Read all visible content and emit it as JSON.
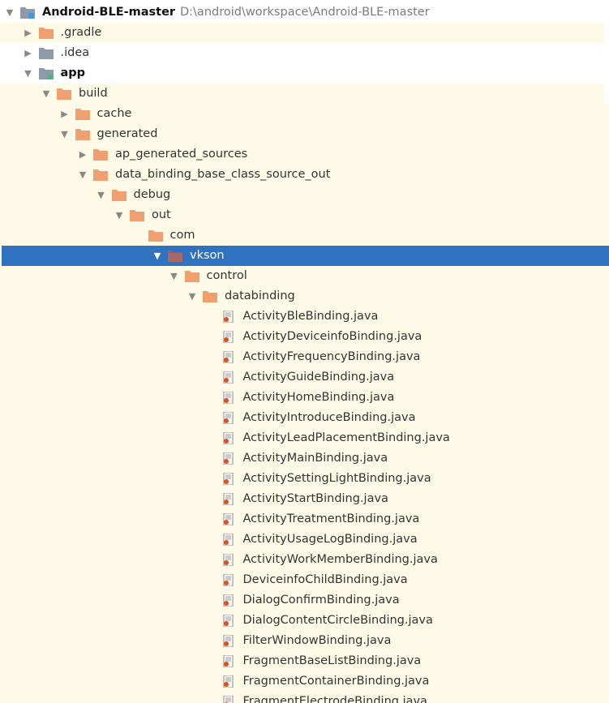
{
  "project": {
    "name": "Android-BLE-master",
    "path": "D:\\android\\workspace\\Android-BLE-master"
  },
  "colors": {
    "folder": "#f0a070",
    "module_folder": "#8d9aab",
    "selection": "#2f72c0",
    "generated_bg": "#fdfbe8"
  },
  "tree": [
    {
      "label": "Android-BLE-master",
      "depth": 0,
      "expanded": true,
      "icon": "project-folder-icon",
      "bold": true,
      "path": true,
      "bg": "white"
    },
    {
      "label": ".gradle",
      "depth": 1,
      "expanded": false,
      "icon": "folder-orange-icon",
      "bg": "gen"
    },
    {
      "label": ".idea",
      "depth": 1,
      "expanded": false,
      "icon": "folder-gray-icon",
      "bg": "white"
    },
    {
      "label": "app",
      "depth": 1,
      "expanded": true,
      "icon": "module-folder-icon",
      "bold": true,
      "bg": "white"
    },
    {
      "label": "build",
      "depth": 2,
      "expanded": true,
      "icon": "folder-orange-icon",
      "bg": "gen"
    },
    {
      "label": "cache",
      "depth": 3,
      "expanded": false,
      "icon": "folder-orange-icon",
      "bg": "gen"
    },
    {
      "label": "generated",
      "depth": 3,
      "expanded": true,
      "icon": "folder-orange-icon",
      "bg": "gen"
    },
    {
      "label": "ap_generated_sources",
      "depth": 4,
      "expanded": false,
      "icon": "folder-orange-icon",
      "bg": "gen"
    },
    {
      "label": "data_binding_base_class_source_out",
      "depth": 4,
      "expanded": true,
      "icon": "folder-orange-icon",
      "bg": "gen"
    },
    {
      "label": "debug",
      "depth": 5,
      "expanded": true,
      "icon": "folder-orange-icon",
      "bg": "gen"
    },
    {
      "label": "out",
      "depth": 6,
      "expanded": true,
      "icon": "folder-orange-icon",
      "bg": "gen"
    },
    {
      "label": "com",
      "depth": 7,
      "expanded": null,
      "icon": "folder-orange-icon",
      "bg": "gen"
    },
    {
      "label": "vkson",
      "depth": 8,
      "expanded": true,
      "icon": "folder-dark-icon",
      "bg": "sel",
      "selected": true
    },
    {
      "label": "control",
      "depth": 9,
      "expanded": true,
      "icon": "folder-orange-icon",
      "bg": "gen"
    },
    {
      "label": "databinding",
      "depth": 10,
      "expanded": true,
      "icon": "folder-orange-icon",
      "bg": "gen"
    },
    {
      "label": "ActivityBleBinding.java",
      "depth": 11,
      "expanded": null,
      "icon": "java-class-icon",
      "bg": "gen"
    },
    {
      "label": "ActivityDeviceinfoBinding.java",
      "depth": 11,
      "expanded": null,
      "icon": "java-class-icon",
      "bg": "gen"
    },
    {
      "label": "ActivityFrequencyBinding.java",
      "depth": 11,
      "expanded": null,
      "icon": "java-class-icon",
      "bg": "gen"
    },
    {
      "label": "ActivityGuideBinding.java",
      "depth": 11,
      "expanded": null,
      "icon": "java-class-icon",
      "bg": "gen"
    },
    {
      "label": "ActivityHomeBinding.java",
      "depth": 11,
      "expanded": null,
      "icon": "java-class-icon",
      "bg": "gen"
    },
    {
      "label": "ActivityIntroduceBinding.java",
      "depth": 11,
      "expanded": null,
      "icon": "java-class-icon",
      "bg": "gen"
    },
    {
      "label": "ActivityLeadPlacementBinding.java",
      "depth": 11,
      "expanded": null,
      "icon": "java-class-icon",
      "bg": "gen"
    },
    {
      "label": "ActivityMainBinding.java",
      "depth": 11,
      "expanded": null,
      "icon": "java-class-icon",
      "bg": "gen"
    },
    {
      "label": "ActivitySettingLightBinding.java",
      "depth": 11,
      "expanded": null,
      "icon": "java-class-icon",
      "bg": "gen"
    },
    {
      "label": "ActivityStartBinding.java",
      "depth": 11,
      "expanded": null,
      "icon": "java-class-icon",
      "bg": "gen"
    },
    {
      "label": "ActivityTreatmentBinding.java",
      "depth": 11,
      "expanded": null,
      "icon": "java-class-icon",
      "bg": "gen"
    },
    {
      "label": "ActivityUsageLogBinding.java",
      "depth": 11,
      "expanded": null,
      "icon": "java-class-icon",
      "bg": "gen"
    },
    {
      "label": "ActivityWorkMemberBinding.java",
      "depth": 11,
      "expanded": null,
      "icon": "java-class-icon",
      "bg": "gen"
    },
    {
      "label": "DeviceinfoChildBinding.java",
      "depth": 11,
      "expanded": null,
      "icon": "java-class-icon",
      "bg": "gen"
    },
    {
      "label": "DialogConfirmBinding.java",
      "depth": 11,
      "expanded": null,
      "icon": "java-class-icon",
      "bg": "gen"
    },
    {
      "label": "DialogContentCircleBinding.java",
      "depth": 11,
      "expanded": null,
      "icon": "java-class-icon",
      "bg": "gen"
    },
    {
      "label": "FilterWindowBinding.java",
      "depth": 11,
      "expanded": null,
      "icon": "java-class-icon",
      "bg": "gen"
    },
    {
      "label": "FragmentBaseListBinding.java",
      "depth": 11,
      "expanded": null,
      "icon": "java-class-icon",
      "bg": "gen"
    },
    {
      "label": "FragmentContainerBinding.java",
      "depth": 11,
      "expanded": null,
      "icon": "java-class-icon",
      "bg": "gen"
    },
    {
      "label": "FragmentElectrodeBinding.java",
      "depth": 11,
      "expanded": null,
      "icon": "java-class-icon",
      "bg": "gen"
    }
  ]
}
